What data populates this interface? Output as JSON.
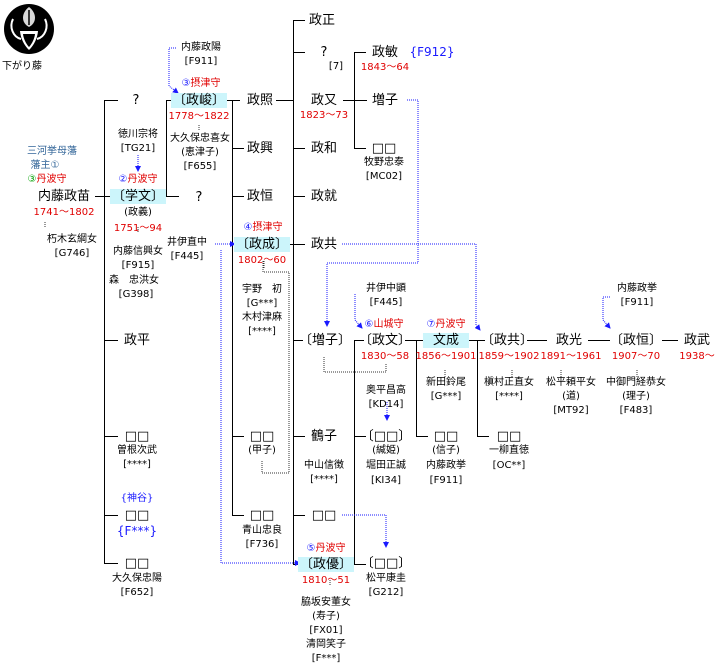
{
  "crest": {
    "icon": "sagari-fuji-crest-icon",
    "label": "下がり藤"
  },
  "domain_label": {
    "line1": "三河挙母藩",
    "line2": "藩主①"
  },
  "people": {
    "masanae": {
      "name": "内藤政苗",
      "title_num": "③",
      "title": "丹波守",
      "years": "1741〜1802",
      "wife": "朽木玄綱女",
      "wife_ref": "[G746]"
    },
    "unknown1": {
      "name": "?"
    },
    "tokugawa": {
      "name": "徳川宗将",
      "ref": "[TG21]"
    },
    "gakubun": {
      "name": "〔学文〕",
      "alt": "(政義)",
      "title_num": "②",
      "title": "丹波守",
      "years": "1751〜94",
      "wife1": "内藤信興女",
      "wife1_ref": "[F915]",
      "wife2": "森　忠洪女",
      "wife2_ref": "[G398]"
    },
    "unknown2": {
      "name": "?"
    },
    "masahira": {
      "name": "政平"
    },
    "sone": {
      "name": "□□",
      "spouse": "曽根次武",
      "ref": "[****]"
    },
    "kamiya": {
      "house": "{神谷}",
      "name": "□□",
      "ref": "{F***}"
    },
    "okubo_d": {
      "name": "□□",
      "spouse": "大久保忠陽",
      "ref": "[F652]"
    },
    "naito_masaakira": {
      "name": "内藤政陽",
      "ref": "[F911]"
    },
    "masatoshi": {
      "name": "〔政峻〕",
      "title_num": "③",
      "title": "摂津守",
      "years": "1778〜1822",
      "wife": "大久保忠喜女",
      "wife_alt": "(恵津子)",
      "wife_ref": "[F655]"
    },
    "ii_naonaka": {
      "name": "井伊直中",
      "ref": "[F445]"
    },
    "masanari": {
      "name": "〔政成〕",
      "title_num": "④",
      "title": "摂津守",
      "years": "1802〜60",
      "c1": "宇野　初",
      "c1_ref": "[G***]",
      "c2": "木村津麻",
      "c2_ref": "[****]"
    },
    "kine": {
      "name": "□□",
      "alt": "(甲子)"
    },
    "aoyama": {
      "name": "□□",
      "spouse": "青山忠良",
      "ref": "[F736]"
    },
    "masateru": {
      "name": "政照"
    },
    "masaoki": {
      "name": "政興"
    },
    "masatsune1": {
      "name": "政恒"
    },
    "masamasa": {
      "name": "政正"
    },
    "unknown3": {
      "name": "?",
      "note": "[7]"
    },
    "masayasu": {
      "name": "政又",
      "years": "1823〜73"
    },
    "masakazu": {
      "name": "政和"
    },
    "masanari2": {
      "name": "政就"
    },
    "masatomo": {
      "name": "政共"
    },
    "masuko1": {
      "name": "〔増子〕"
    },
    "tsuruko": {
      "name": "鶴子",
      "spouse": "中山信徴",
      "ref": "[****]"
    },
    "unknown_d": {
      "name": "□□"
    },
    "masayoshi": {
      "name": "〔政優〕",
      "title_num": "⑤",
      "title": "丹波守",
      "years": "1810〜51",
      "wife": "脇坂安董女",
      "wife_alt": "(寿子)",
      "wife_ref": "[FX01]",
      "c1": "清岡笑子",
      "c1_ref": "[F***]"
    },
    "masatoshi2": {
      "name": "政敏",
      "ref": "{F912}",
      "years": "1843〜64"
    },
    "masuko2": {
      "name": "増子"
    },
    "makino_d": {
      "name": "□□",
      "spouse": "牧野忠泰",
      "ref": "[MC02]"
    },
    "ii_nakaaki": {
      "name": "井伊中顕",
      "ref": "[F445]"
    },
    "masabumi": {
      "name": "〔政文〕",
      "title_num": "⑥",
      "title": "山城守",
      "years": "1830〜58",
      "spouse_father": "奥平昌高",
      "spouse_ref": "[KD14]"
    },
    "kan_hime": {
      "name": "〔□□〕",
      "alt": "(緘姫)",
      "spouse": "堀田正誠",
      "ref": "[KI34]"
    },
    "matsudaira_d": {
      "name": "〔□□〕",
      "spouse": "松平康圭",
      "ref": "[G212]"
    },
    "bunsei": {
      "name": "文成",
      "title_num": "⑦",
      "title": "丹波守",
      "years": "1856〜1901",
      "wife": "新田鈴尾",
      "wife_ref": "[G***]"
    },
    "nobuko": {
      "name": "□□",
      "alt": "(信子)",
      "spouse": "内藤政挙",
      "ref": "[F911]"
    },
    "masatomo2": {
      "name": "〔政共〕",
      "years": "1859〜1902",
      "wife": "槇村正直女",
      "wife_ref": "[****]"
    },
    "hitotsuyanagi": {
      "name": "□□",
      "spouse": "一柳直徳",
      "ref": "[OC**]"
    },
    "masamitsu": {
      "name": "政光",
      "years": "1891〜1961",
      "wife": "松平頼平女",
      "wife_alt": "(道)",
      "wife_ref": "[MT92]"
    },
    "naito_masataka": {
      "name": "内藤政挙",
      "ref": "[F911]"
    },
    "masatsune2": {
      "name": "〔政恒〕",
      "years": "1907〜70",
      "wife": "中御門経恭女",
      "wife_alt": "(理子)",
      "wife_ref": "[F483]"
    },
    "masatake": {
      "name": "政武",
      "years": "1938〜"
    }
  },
  "colors": {
    "lord_highlight": "#ccf5fb",
    "years": "#e00000",
    "adoption_link": "#1a1aff",
    "domain_label": "#336699"
  }
}
